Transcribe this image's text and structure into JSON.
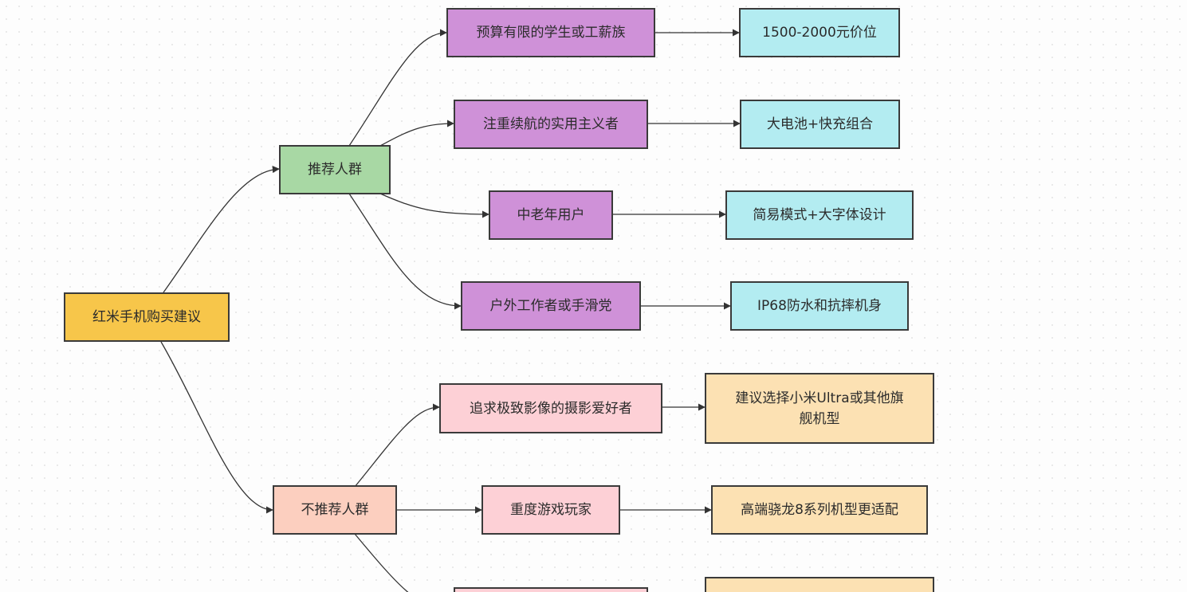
{
  "diagram": {
    "root": {
      "label": "红米手机购买建议",
      "color": "#f7c64a"
    },
    "recommended": {
      "label": "推荐人群",
      "color": "#a8d8a4",
      "items": [
        {
          "label": "预算有限的学生或工薪族",
          "detail": "1500-2000元价位"
        },
        {
          "label": "注重续航的实用主义者",
          "detail": "大电池+快充组合"
        },
        {
          "label": "中老年用户",
          "detail": "简易模式+大字体设计"
        },
        {
          "label": "户外工作者或手滑党",
          "detail": "IP68防水和抗摔机身"
        }
      ]
    },
    "not_recommended": {
      "label": "不推荐人群",
      "color": "#fccfbf",
      "items": [
        {
          "label": "追求极致影像的摄影爱好者",
          "detail": "建议选择小米Ultra或其他旗舰机型"
        },
        {
          "label": "重度游戏玩家",
          "detail": "高端骁龙8系列机型更适配"
        }
      ]
    },
    "palette": {
      "person_recommended": "#cf91d8",
      "detail_recommended": "#b3ecf1",
      "person_not_recommended": "#fdd0d6",
      "detail_not_recommended": "#fce1b3",
      "edge": "#333333"
    }
  }
}
